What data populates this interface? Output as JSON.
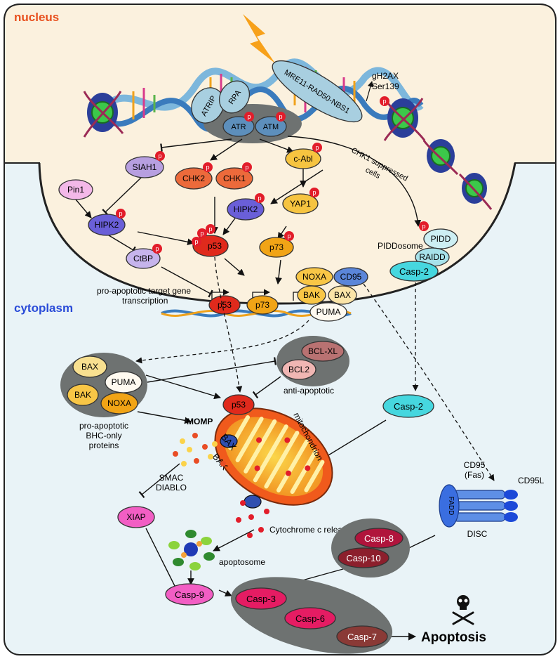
{
  "compartments": {
    "nucleus": "nucleus",
    "cytoplasm": "cytoplasm"
  },
  "dna_complexes": {
    "atrip": "ATRIP",
    "rpa": "RPA",
    "atr": "ATR",
    "atm": "ATM",
    "mrn": "MRE11-RAD50-NBS1",
    "gh2ax_line1": "gH2AX",
    "gh2ax_line2": "Ser139"
  },
  "proteins": {
    "siah1": "SIAH1",
    "pin1": "Pin1",
    "hipk2_left": "HIPK2",
    "ctbp": "CtBP",
    "chk2": "CHK2",
    "chk1": "CHK1",
    "hipk2_mid": "HIPK2",
    "p53_nuc": "p53",
    "cabl": "c-Abl",
    "yap1": "YAP1",
    "p73_nuc": "p73",
    "pidd": "PIDD",
    "raidd": "RAIDD",
    "casp2_nuc": "Casp-2",
    "p53_promoter": "p53",
    "p73_promoter": "p73",
    "noxa_t": "NOXA",
    "cd95_t": "CD95",
    "bak_t": "BAK",
    "bax_t": "BAX",
    "puma_t": "PUMA",
    "bax_c": "BAX",
    "puma_c": "PUMA",
    "bak_c": "BAK",
    "noxa_c": "NOXA",
    "bclxl": "BCL-XL",
    "bcl2": "BCL2",
    "p53_mito": "p53",
    "casp2_cyto": "Casp-2",
    "xiap": "XIAP",
    "casp9": "Casp-9",
    "casp3": "Casp-3",
    "casp6": "Casp-6",
    "casp7": "Casp-7",
    "casp8": "Casp-8",
    "casp10": "Casp-10",
    "fadd": "FADD",
    "bax_mito": "BAX",
    "bak_mito": "BAK"
  },
  "phospho": "p",
  "labels": {
    "chk1_suppressed_1": "CHK1 suppressed",
    "chk1_suppressed_2": "cells",
    "piddosome": "PIDDosome",
    "transcription_1": "pro-apoptotic target gene",
    "transcription_2": "transcription",
    "pro_apoptotic_1": "pro-apoptotic",
    "pro_apoptotic_2": "BHC-only",
    "pro_apoptotic_3": "proteins",
    "anti_apoptotic": "anti-apoptotic",
    "momp": "MOMP",
    "mitochondrion": "mitochondrion",
    "smac_1": "SMAC",
    "smac_2": "DIABLO",
    "cytochrome": "Cytochrome c release",
    "apoptosome": "apoptosome",
    "cd95_1": "CD95",
    "cd95_2": "(Fas)",
    "cd95l": "CD95L",
    "disc": "DISC",
    "apoptosis": "Apoptosis"
  },
  "colors": {
    "nucleus_fill": "#fbf1de",
    "cytoplasm_fill": "#e9f3f7",
    "nucleus_label": "#e8501e",
    "cytoplasm_label": "#2a4bd8",
    "phospho_red": "#e21d2a",
    "gray_complex": "#6e7271"
  }
}
